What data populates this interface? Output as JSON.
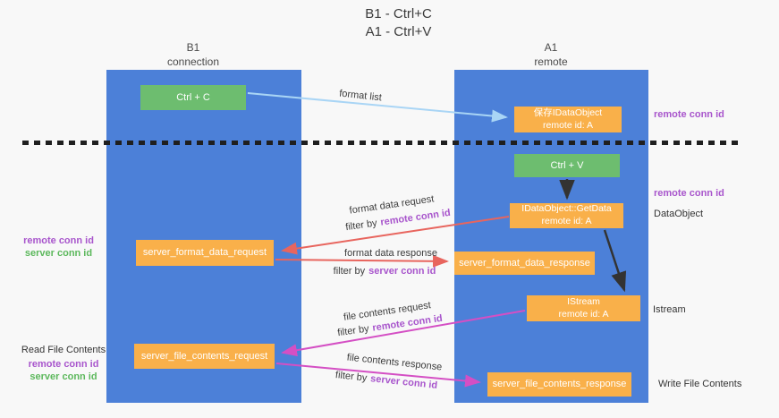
{
  "title": {
    "line1": "B1 - Ctrl+C",
    "line2": "A1 - Ctrl+V"
  },
  "columns": {
    "left": {
      "name": "B1",
      "role": "connection"
    },
    "right": {
      "name": "A1",
      "role": "remote"
    }
  },
  "nodes": {
    "ctrl_c": "Ctrl + C",
    "ctrl_v": "Ctrl + V",
    "save_idataobject": {
      "line1": "保存IDataObject",
      "line2": "remote id: A"
    },
    "getdata": {
      "line1": "IDataObject::GetData",
      "line2": "remote id: A"
    },
    "istream": {
      "line1": "IStream",
      "line2": "remote id: A"
    },
    "server_format_data_request": "server_format_data_request",
    "server_format_data_response": "server_format_data_response",
    "server_file_contents_request": "server_file_contents_request",
    "server_file_contents_response": "server_file_contents_response"
  },
  "flow_labels": {
    "format_list": "format list",
    "format_data_request": "format data request",
    "format_data_response": "format data response",
    "file_contents_request": "file contents request",
    "file_contents_response": "file contents response",
    "filter_by": "filter by",
    "remote_conn_id": "remote conn id",
    "server_conn_id": "server conn id"
  },
  "side_labels": {
    "remote_conn_id": "remote conn id",
    "server_conn_id": "server conn id",
    "dataobject": "DataObject",
    "istream": "Istream",
    "read_file_contents": "Read File Contents",
    "write_file_contents": "Write File Contents"
  },
  "colors": {
    "lane_blue": "#4c80d8",
    "node_orange": "#f9b04a",
    "node_green": "#6dbd6f",
    "purple_text": "#a855cc",
    "green_text": "#5cb85c",
    "red_arrow": "#e8655e",
    "magenta_arrow": "#d44fc4",
    "light_blue_arrow": "#a9d5f5",
    "black_arrow": "#333333",
    "background": "#f8f8f8"
  }
}
